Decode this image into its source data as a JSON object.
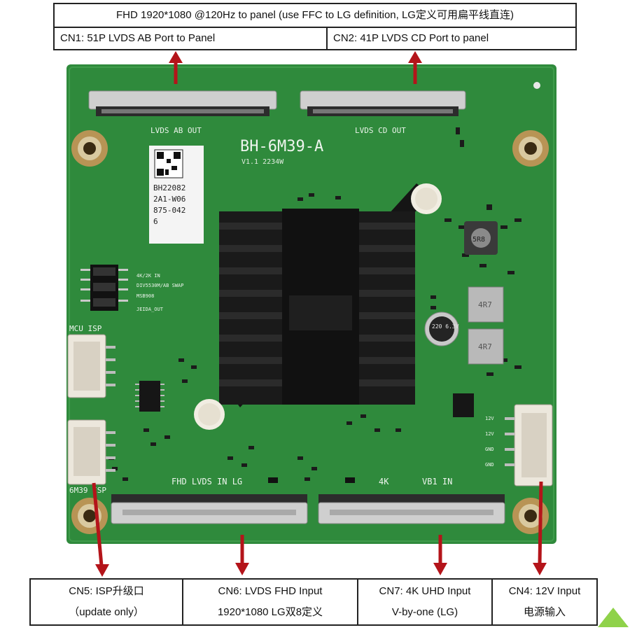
{
  "header": {
    "title": "FHD 1920*1080 @120Hz to panel (use FFC to LG definition, LG定义可用扁平线直连)",
    "cn1": "CN1: 51P LVDS AB Port to Panel",
    "cn2": "CN2: 41P LVDS CD Port to panel"
  },
  "board": {
    "model": "BH-6M39-A",
    "version": "V1.1 2234W",
    "qr_text": [
      "BH22082",
      "2A1-W06",
      "875-042",
      "6"
    ],
    "silkscreen": {
      "lvds_ab_out": "LVDS AB OUT",
      "lvds_cd_out": "LVDS CD OUT",
      "fhd_lvds_in": "FHD LVDS IN LG",
      "vb1_in_4k": "4K",
      "vb1_in": "VB1 IN",
      "mcu_isp": "MCU ISP",
      "isp_6m": "6M39 ISP",
      "jumper1": "4K/2K IN",
      "jumper2": "DIV5530M/AB SWAP",
      "jumper3": "MSB908",
      "jumper4": "JEIDA_OUT",
      "cap_label": "220 6.3V",
      "inductor1": "4R7",
      "inductor2": "4R7",
      "inductor3": "5R8",
      "pwr_12v_1": "12V",
      "pwr_12v_2": "12V",
      "pwr_gnd_1": "GND",
      "pwr_gnd_2": "GND"
    }
  },
  "footer": {
    "cn5_line1": "CN5: ISP升级口",
    "cn5_line2": "（update only）",
    "cn6_line1": "CN6: LVDS FHD Input",
    "cn6_line2": "1920*1080 LG双8定义",
    "cn7_line1": "CN7: 4K UHD Input",
    "cn7_line2": "V-by-one (LG)",
    "cn4_line1": "CN4: 12V Input",
    "cn4_line2": "电源输入"
  },
  "colors": {
    "pcb": "#2f8a3c",
    "pcb_dark": "#1f6b2d",
    "arrow": "#b4141a",
    "heatsink": "#1a1a1a",
    "accent_triangle": "#8fd24a"
  }
}
